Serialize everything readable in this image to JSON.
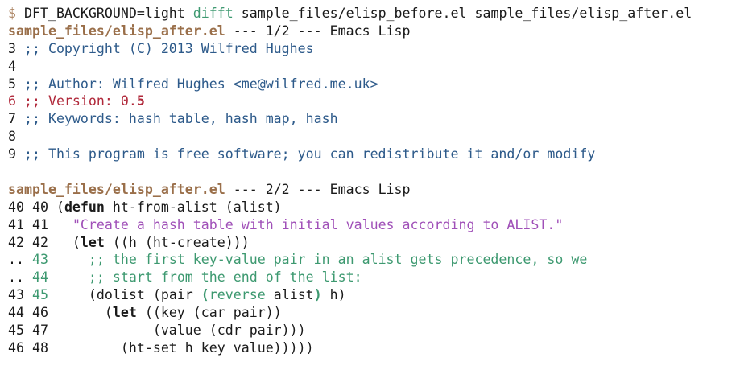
{
  "command": {
    "prompt": "$ ",
    "env": "DFT_BACKGROUND=light ",
    "program": "difft",
    "arg1": "sample_files/elisp_before.el",
    "arg2": "sample_files/elisp_after.el"
  },
  "lines": [
    [
      {
        "t": "sample_files/elisp_after.el",
        "c": "hdr"
      },
      {
        "t": " --- 1/2 --- Emacs Lisp",
        "c": "plain"
      }
    ],
    [
      {
        "t": "3 ",
        "c": "plain"
      },
      {
        "t": ";; Copyright (C) 2013 Wilfred Hughes",
        "c": "cmt"
      }
    ],
    [
      {
        "t": "4",
        "c": "plain"
      }
    ],
    [
      {
        "t": "5 ",
        "c": "plain"
      },
      {
        "t": ";; Author: Wilfred Hughes <me@wilfred.me.uk>",
        "c": "cmt"
      }
    ],
    [
      {
        "t": "6 ;; Version: 0.",
        "c": "del"
      },
      {
        "t": "5",
        "c": "delb"
      }
    ],
    [
      {
        "t": "7 ",
        "c": "plain"
      },
      {
        "t": ";; Keywords: hash table, hash map, hash",
        "c": "cmt"
      }
    ],
    [
      {
        "t": "8",
        "c": "plain"
      }
    ],
    [
      {
        "t": "9 ",
        "c": "plain"
      },
      {
        "t": ";; This program is free software; you can redistribute it and/or modify",
        "c": "cmt"
      }
    ],
    [],
    [
      {
        "t": "sample_files/elisp_after.el",
        "c": "hdr"
      },
      {
        "t": " --- 2/2 --- Emacs Lisp",
        "c": "plain"
      }
    ],
    [
      {
        "t": "40 40 (",
        "c": "plain"
      },
      {
        "t": "defun",
        "c": "kw"
      },
      {
        "t": " ht-from-alist (alist)",
        "c": "plain"
      }
    ],
    [
      {
        "t": "41 41   ",
        "c": "plain"
      },
      {
        "t": "\"Create a hash table with initial values according to ALIST.\"",
        "c": "str"
      }
    ],
    [
      {
        "t": "42 42   (",
        "c": "plain"
      },
      {
        "t": "let",
        "c": "kw"
      },
      {
        "t": " ((h (ht-create)))",
        "c": "plain"
      }
    ],
    [
      {
        "t": ".. ",
        "c": "plain"
      },
      {
        "t": "43",
        "c": "add"
      },
      {
        "t": "     ;; the first key-value pair in an alist gets precedence, so we",
        "c": "add"
      }
    ],
    [
      {
        "t": ".. ",
        "c": "plain"
      },
      {
        "t": "44",
        "c": "add"
      },
      {
        "t": "     ;; start from the end of the list:",
        "c": "add"
      }
    ],
    [
      {
        "t": "43 ",
        "c": "plain"
      },
      {
        "t": "45",
        "c": "add"
      },
      {
        "t": "     (dolist (pair ",
        "c": "plain"
      },
      {
        "t": "(",
        "c": "addb"
      },
      {
        "t": "reverse",
        "c": "add"
      },
      {
        "t": " alist",
        "c": "plain"
      },
      {
        "t": ")",
        "c": "addb"
      },
      {
        "t": " h)",
        "c": "plain"
      }
    ],
    [
      {
        "t": "44 46       (",
        "c": "plain"
      },
      {
        "t": "let",
        "c": "kw"
      },
      {
        "t": " ((key (car pair))",
        "c": "plain"
      }
    ],
    [
      {
        "t": "45 47             (value (cdr pair)))",
        "c": "plain"
      }
    ],
    [
      {
        "t": "46 48         (ht-set h key value)))))",
        "c": "plain"
      }
    ]
  ]
}
